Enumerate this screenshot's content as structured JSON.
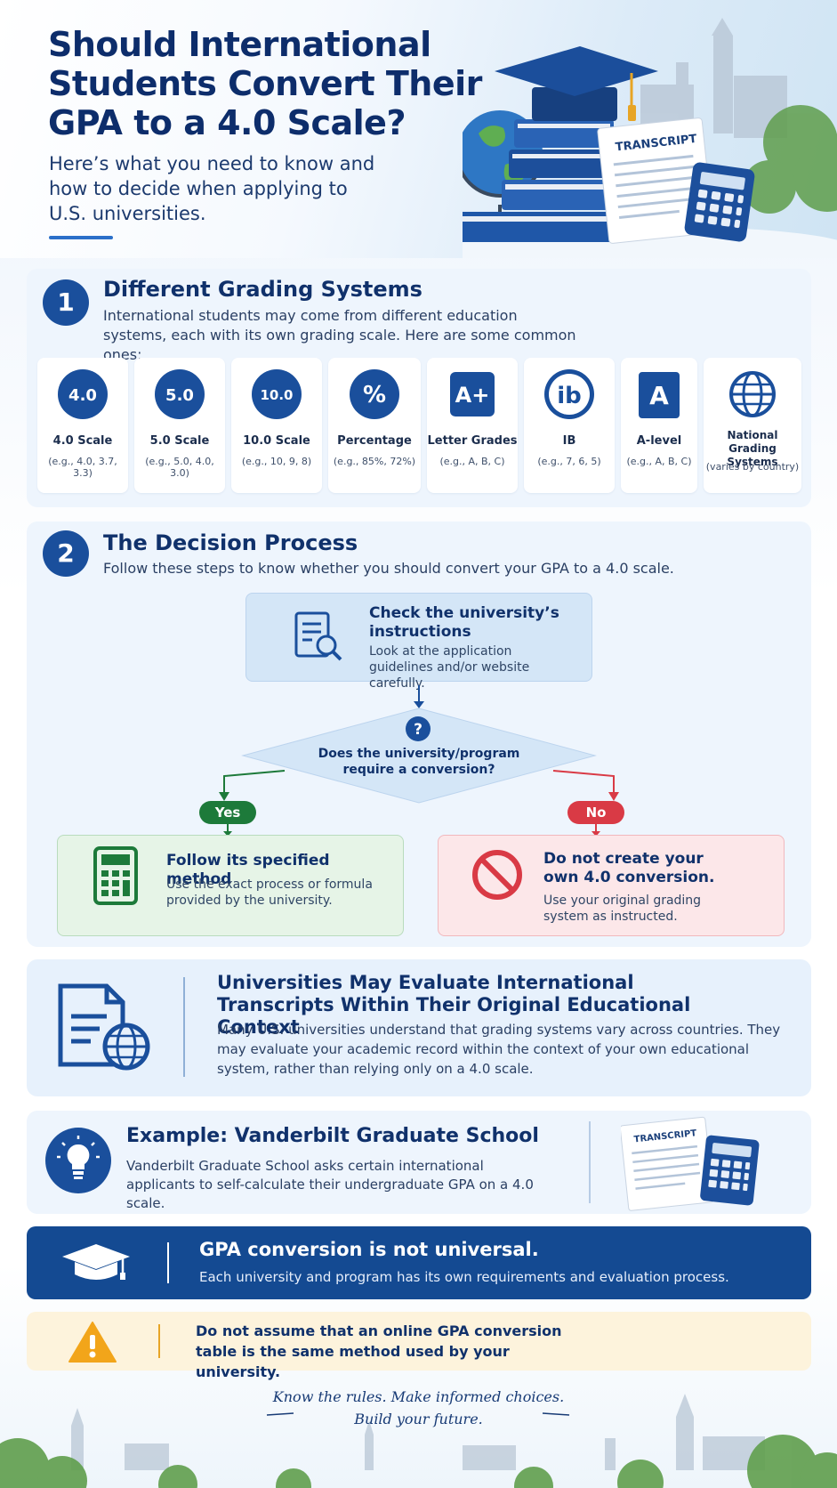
{
  "hero": {
    "title": "Should International Students Convert Their GPA to a 4.0 Scale?",
    "subtitle": "Here’s what you need to know and how to decide when applying to U.S. universities.",
    "transcript_label": "TRANSCRIPT"
  },
  "section1": {
    "number": "1",
    "title": "Different Grading Systems",
    "description": "International students may come from different education systems, each with its own grading scale. Here are some common ones:",
    "scales": [
      {
        "icon": "4.0",
        "name": "4.0 Scale",
        "example": "(e.g., 4.0, 3.7, 3.3)"
      },
      {
        "icon": "5.0",
        "name": "5.0 Scale",
        "example": "(e.g., 5.0, 4.0, 3.0)"
      },
      {
        "icon": "10.0",
        "name": "10.0 Scale",
        "example": "(e.g., 10, 9, 8)"
      },
      {
        "icon": "%",
        "name": "Percentage",
        "example": "(e.g., 85%, 72%)"
      },
      {
        "icon": "A+",
        "name": "Letter Grades",
        "example": "(e.g., A, B, C)"
      },
      {
        "icon": "ib",
        "name": "IB",
        "example": "(e.g., 7, 6, 5)"
      },
      {
        "icon": "A",
        "name": "A-level",
        "example": "(e.g., A, B, C)"
      },
      {
        "icon": "globe",
        "name": "National Grading Systems",
        "example": "(varies by country)"
      }
    ]
  },
  "section2": {
    "number": "2",
    "title": "The Decision Process",
    "description": "Follow these steps to know whether you should convert your GPA to a 4.0 scale.",
    "step1_title": "Check the university’s instructions",
    "step1_desc": "Look at the application guidelines and/or website carefully.",
    "question_mark": "?",
    "question": "Does the university/program require a conversion?",
    "yes_label": "Yes",
    "no_label": "No",
    "yes_title": "Follow its specified method",
    "yes_desc": "Use the exact process or formula provided by the university.",
    "no_title": "Do not create your own 4.0 conversion.",
    "no_desc": "Use your original grading system as instructed."
  },
  "context_note": {
    "title": "Universities May Evaluate International Transcripts Within Their Original Educational Context",
    "description": "Many U.S. universities understand that grading systems vary across countries. They may evaluate your academic record within the context of your own educational system, rather than relying only on a 4.0 scale."
  },
  "example": {
    "title": "Example: Vanderbilt Graduate School",
    "description": "Vanderbilt Graduate School asks certain international applicants to self-calculate their undergraduate GPA on a 4.0 scale.",
    "transcript_label": "TRANSCRIPT"
  },
  "universal": {
    "title": "GPA conversion is not universal.",
    "description": "Each university and program has its own requirements and evaluation process."
  },
  "warning": {
    "text": "Do not assume that an online GPA conversion table is the same method used by your university."
  },
  "footer": {
    "line1": "Know the rules. Make informed choices.",
    "line2": "Build your future."
  },
  "colors": {
    "navy": "#0d2d6b",
    "accent_blue": "#1a4f9c",
    "yes_green": "#1d7a3a",
    "no_red": "#d93a45",
    "warning_amber": "#f2a51a"
  }
}
